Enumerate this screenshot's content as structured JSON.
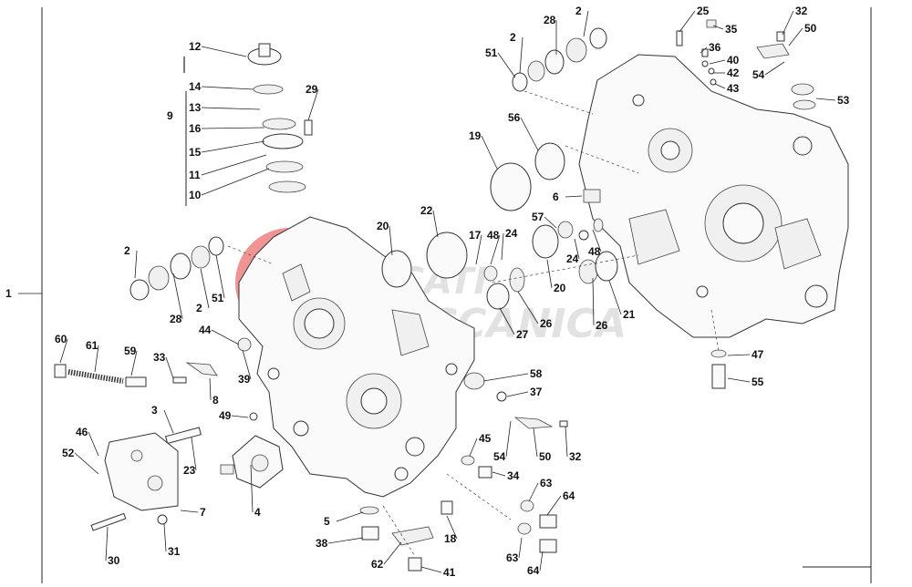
{
  "diagram": {
    "frame_label": "1",
    "colors": {
      "line": "#222222",
      "watermark_red": "#e23b3b",
      "watermark_gray": "#cfcfcf",
      "background": "#ffffff"
    },
    "watermark": {
      "line1": "DUCATI",
      "line2": "MECCANICA"
    },
    "callouts": [
      {
        "id": "c12",
        "label": "12"
      },
      {
        "id": "c14",
        "label": "14"
      },
      {
        "id": "c13",
        "label": "13"
      },
      {
        "id": "c9",
        "label": "9"
      },
      {
        "id": "c16",
        "label": "16"
      },
      {
        "id": "c15",
        "label": "15"
      },
      {
        "id": "c11",
        "label": "11"
      },
      {
        "id": "c10",
        "label": "10"
      },
      {
        "id": "c29",
        "label": "29"
      },
      {
        "id": "c2a",
        "label": "2"
      },
      {
        "id": "c28a",
        "label": "28"
      },
      {
        "id": "c2b",
        "label": "2"
      },
      {
        "id": "c51a",
        "label": "51"
      },
      {
        "id": "c44",
        "label": "44"
      },
      {
        "id": "c39",
        "label": "39"
      },
      {
        "id": "c60",
        "label": "60"
      },
      {
        "id": "c61",
        "label": "61"
      },
      {
        "id": "c59",
        "label": "59"
      },
      {
        "id": "c33",
        "label": "33"
      },
      {
        "id": "c8",
        "label": "8"
      },
      {
        "id": "c3",
        "label": "3"
      },
      {
        "id": "c49",
        "label": "49"
      },
      {
        "id": "c46",
        "label": "46"
      },
      {
        "id": "c52",
        "label": "52"
      },
      {
        "id": "c23",
        "label": "23"
      },
      {
        "id": "c4",
        "label": "4"
      },
      {
        "id": "c7",
        "label": "7"
      },
      {
        "id": "c30",
        "label": "30"
      },
      {
        "id": "c31",
        "label": "31"
      },
      {
        "id": "c20a",
        "label": "20"
      },
      {
        "id": "c22",
        "label": "22"
      },
      {
        "id": "c17",
        "label": "17"
      },
      {
        "id": "c48a",
        "label": "48"
      },
      {
        "id": "c24a",
        "label": "24"
      },
      {
        "id": "c26a",
        "label": "26"
      },
      {
        "id": "c27",
        "label": "27"
      },
      {
        "id": "c58",
        "label": "58"
      },
      {
        "id": "c37",
        "label": "37"
      },
      {
        "id": "c45",
        "label": "45"
      },
      {
        "id": "c54b",
        "label": "54"
      },
      {
        "id": "c50b",
        "label": "50"
      },
      {
        "id": "c32b",
        "label": "32"
      },
      {
        "id": "c34",
        "label": "34"
      },
      {
        "id": "c5",
        "label": "5"
      },
      {
        "id": "c38",
        "label": "38"
      },
      {
        "id": "c62",
        "label": "62"
      },
      {
        "id": "c41",
        "label": "41"
      },
      {
        "id": "c18",
        "label": "18"
      },
      {
        "id": "c63a",
        "label": "63"
      },
      {
        "id": "c64a",
        "label": "64"
      },
      {
        "id": "c63b",
        "label": "63"
      },
      {
        "id": "c64b",
        "label": "64"
      },
      {
        "id": "c28b",
        "label": "28"
      },
      {
        "id": "c2c",
        "label": "2"
      },
      {
        "id": "c2d",
        "label": "2"
      },
      {
        "id": "c51b",
        "label": "51"
      },
      {
        "id": "c56",
        "label": "56"
      },
      {
        "id": "c19",
        "label": "19"
      },
      {
        "id": "c6",
        "label": "6"
      },
      {
        "id": "c57",
        "label": "57"
      },
      {
        "id": "c24b",
        "label": "24"
      },
      {
        "id": "c48b",
        "label": "48"
      },
      {
        "id": "c20b",
        "label": "20"
      },
      {
        "id": "c26b",
        "label": "26"
      },
      {
        "id": "c21",
        "label": "21"
      },
      {
        "id": "c25",
        "label": "25"
      },
      {
        "id": "c35",
        "label": "35"
      },
      {
        "id": "c36",
        "label": "36"
      },
      {
        "id": "c40",
        "label": "40"
      },
      {
        "id": "c42",
        "label": "42"
      },
      {
        "id": "c43",
        "label": "43"
      },
      {
        "id": "c32a",
        "label": "32"
      },
      {
        "id": "c50a",
        "label": "50"
      },
      {
        "id": "c54a",
        "label": "54"
      },
      {
        "id": "c53",
        "label": "53"
      },
      {
        "id": "c47",
        "label": "47"
      },
      {
        "id": "c55",
        "label": "55"
      }
    ]
  }
}
